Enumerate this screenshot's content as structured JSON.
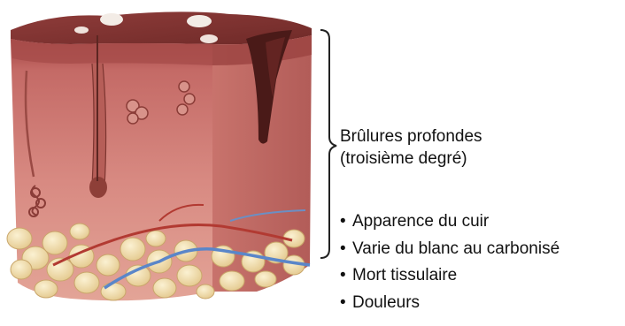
{
  "heading": {
    "line1": "Brûlures profondes",
    "line2": "(troisième degré)"
  },
  "characteristics": [
    "Apparence du cuir",
    "Varie du blanc au carbonisé",
    "Mort tissulaire",
    "Douleurs"
  ],
  "bullet_symbol": "•",
  "colors": {
    "epidermis": "#a24a4a",
    "dermis": "#c9776f",
    "fat": "#f1ddb0",
    "burn_dark": "#5a1f1c",
    "vein": "#5a86c9",
    "artery": "#b23a32"
  }
}
